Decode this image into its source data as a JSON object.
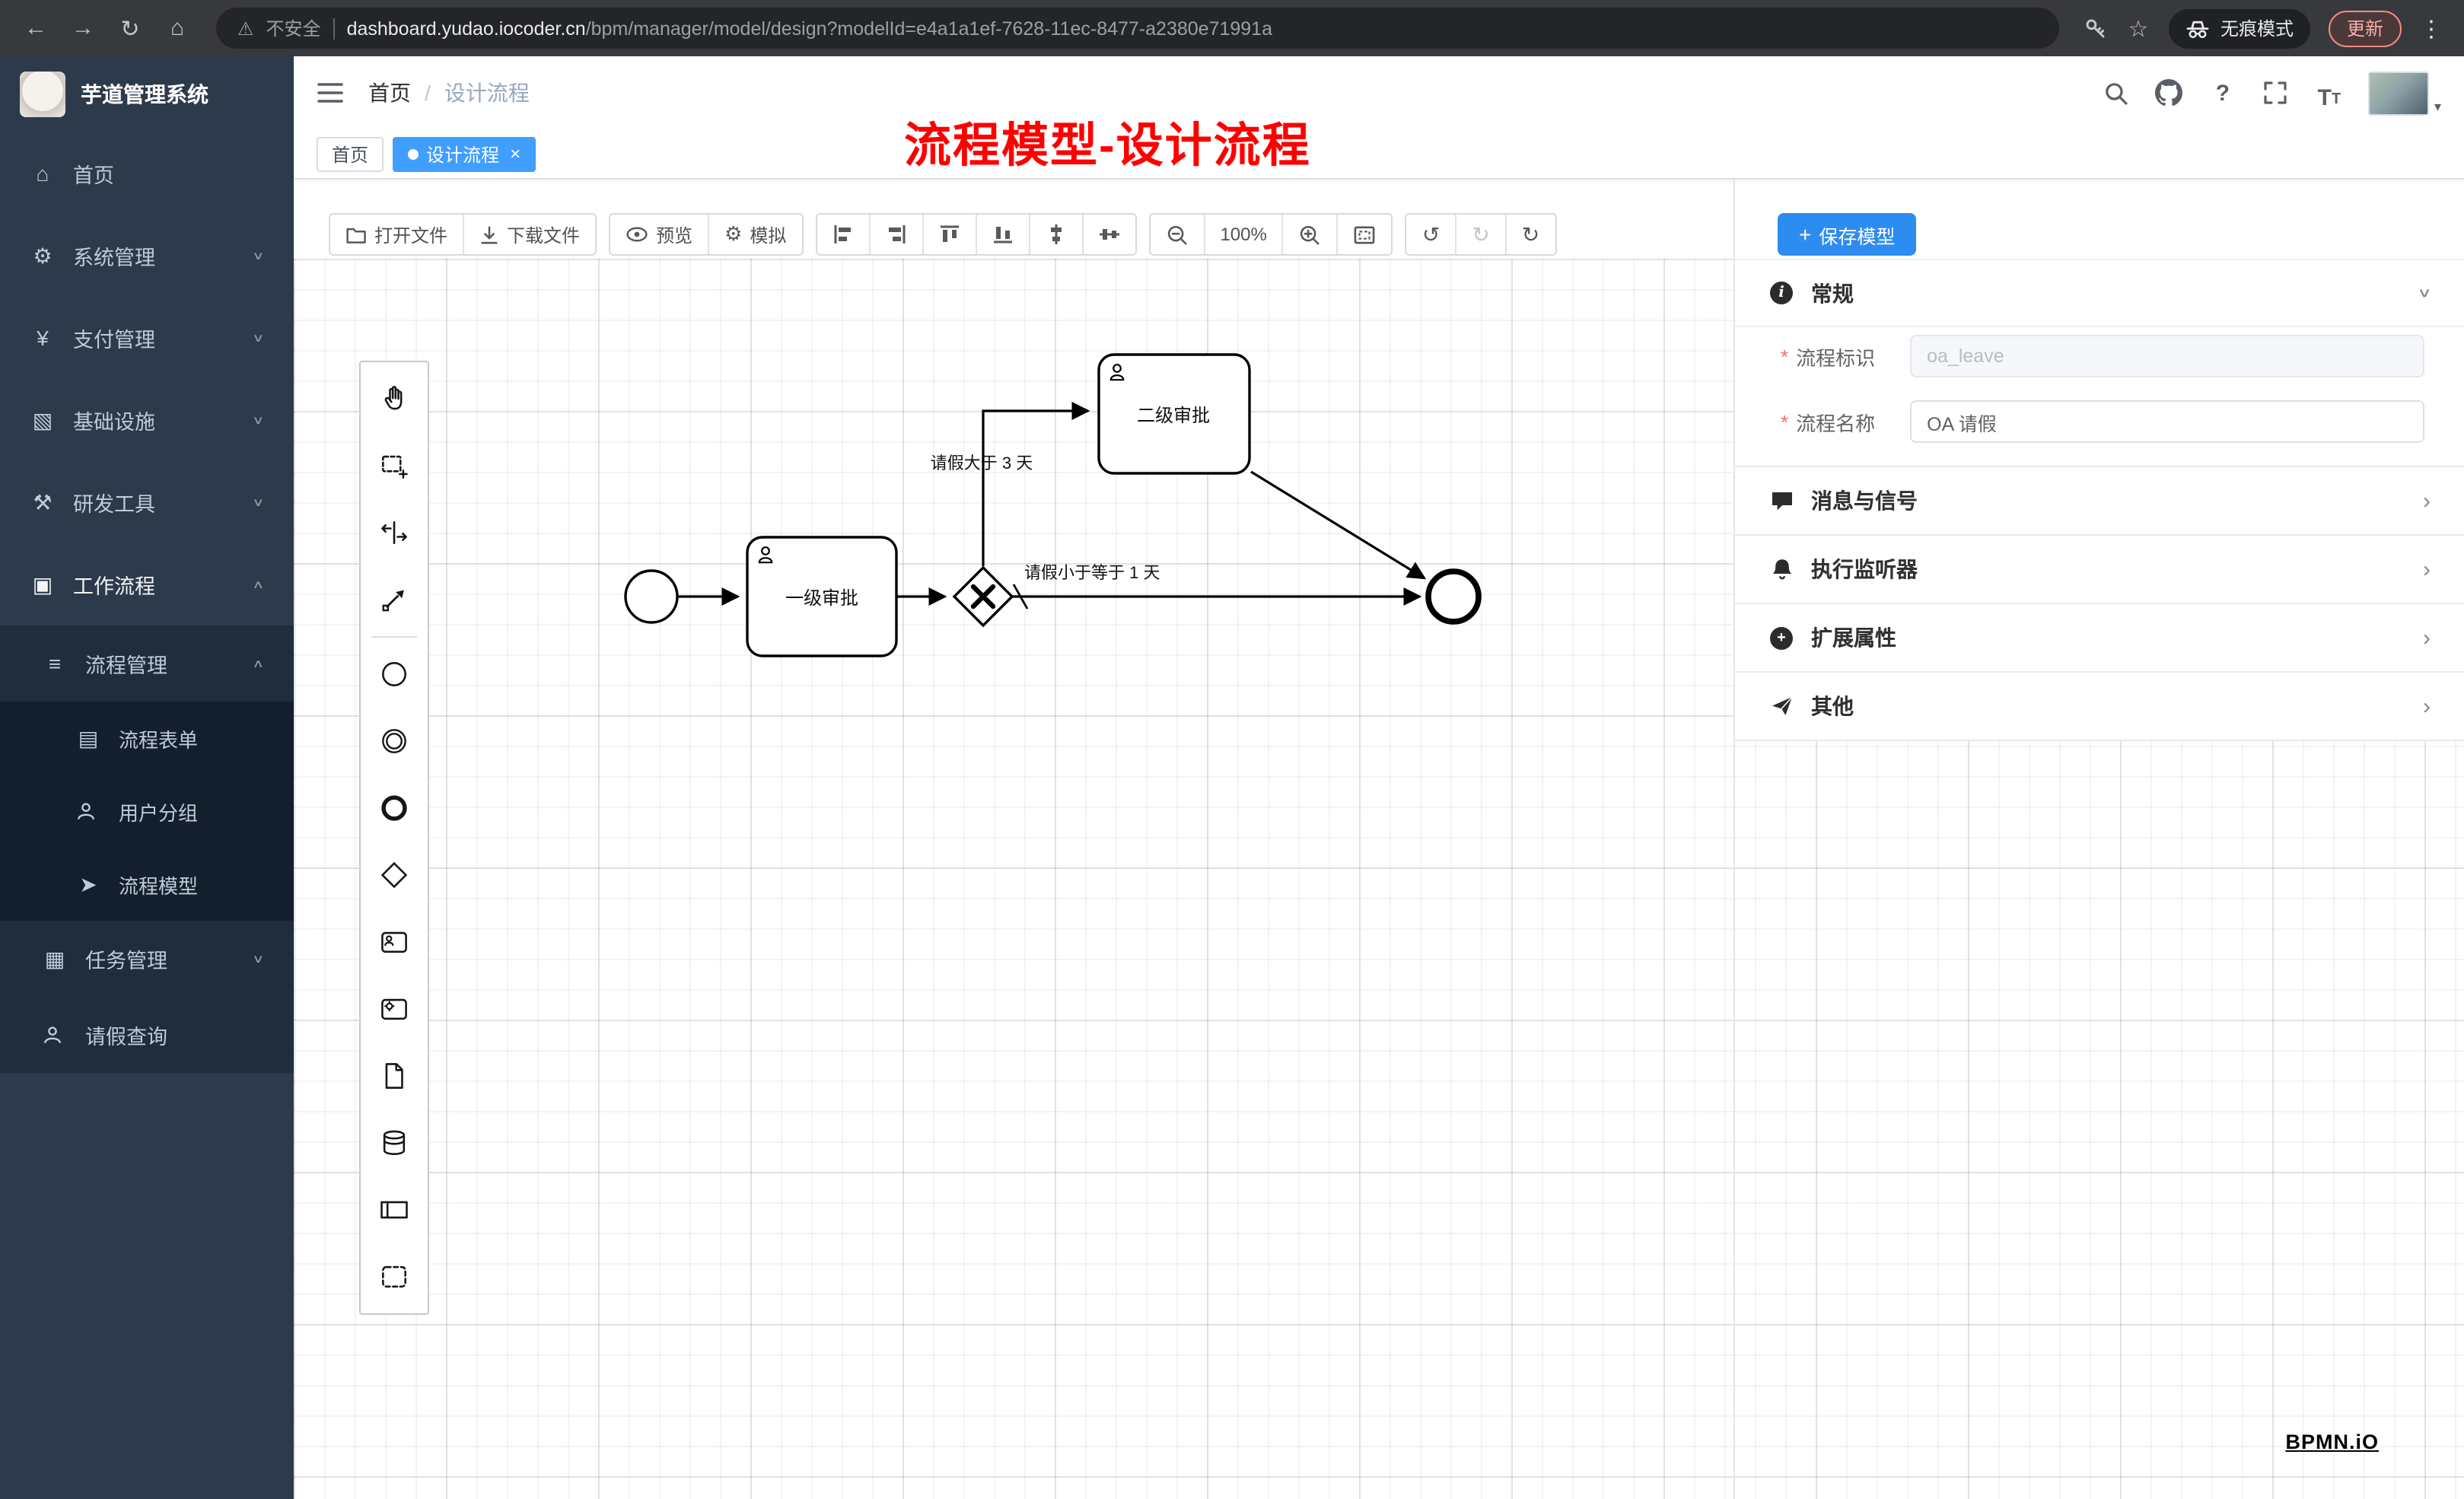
{
  "browser": {
    "security_label": "不安全",
    "url_domain": "dashboard.yudao.iocoder.cn",
    "url_path": "/bpm/manager/model/design?modelId=e4a1a1ef-7628-11ec-8477-a2380e71991a",
    "incognito_label": "无痕模式",
    "update_label": "更新"
  },
  "sidebar": {
    "app_title": "芋道管理系统",
    "items": [
      {
        "label": "首页"
      },
      {
        "label": "系统管理"
      },
      {
        "label": "支付管理"
      },
      {
        "label": "基础设施"
      },
      {
        "label": "研发工具"
      },
      {
        "label": "工作流程"
      },
      {
        "label": "流程管理"
      },
      {
        "label": "流程表单"
      },
      {
        "label": "用户分组"
      },
      {
        "label": "流程模型"
      },
      {
        "label": "任务管理"
      },
      {
        "label": "请假查询"
      }
    ]
  },
  "header": {
    "breadcrumb_home": "首页",
    "breadcrumb_sep": "/",
    "breadcrumb_current": "设计流程",
    "annotation": "流程模型-设计流程"
  },
  "tabs": {
    "items": [
      {
        "label": "首页"
      },
      {
        "label": "设计流程"
      }
    ]
  },
  "toolbar": {
    "open_file": "打开文件",
    "download_file": "下载文件",
    "preview": "预览",
    "simulate": "模拟",
    "zoom_level": "100%",
    "save_label": "保存模型"
  },
  "diagram": {
    "task1": "一级审批",
    "task2": "二级审批",
    "flow_gt3": "请假大于 3 天",
    "flow_lte1": "请假小于等于 1 天"
  },
  "panel": {
    "required_mark": "*",
    "sections": [
      {
        "title": "常规"
      },
      {
        "title": "消息与信号"
      },
      {
        "title": "执行监听器"
      },
      {
        "title": "扩展属性"
      },
      {
        "title": "其他"
      }
    ],
    "fields": [
      {
        "label": "流程标识",
        "value": "oa_leave"
      },
      {
        "label": "流程名称",
        "value": "OA 请假"
      }
    ]
  },
  "watermark": {
    "label": "BPMN.iO"
  },
  "colors": {
    "accent": "#409eff",
    "save": "#2d8cf0",
    "annotation": "#fe0000",
    "sidebar_bg": "#2d3a4b"
  }
}
